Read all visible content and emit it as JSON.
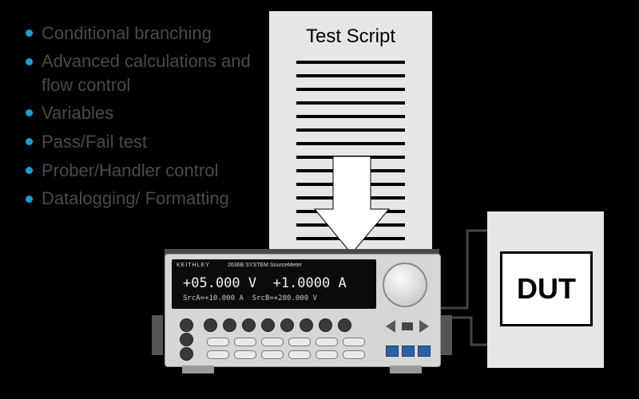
{
  "bullets": [
    "Conditional branching",
    "Advanced calculations and flow control",
    "Variables",
    "Pass/Fail test",
    "Prober/Handler control",
    "Datalogging/ Formatting"
  ],
  "script": {
    "title": "Test Script"
  },
  "dut": {
    "label": "DUT"
  },
  "instrument": {
    "brand": "KEITHLEY",
    "model": "2636B SYSTEM SourceMeter",
    "reading_main": "+05.000 V  +1.0000 A",
    "reading_sub": "SrcA=+10.000 A  SrcB=+280.000 V"
  },
  "colors": {
    "bullet": "#1aa0d0",
    "panel": "#e6e6e6",
    "background": "#000000"
  }
}
